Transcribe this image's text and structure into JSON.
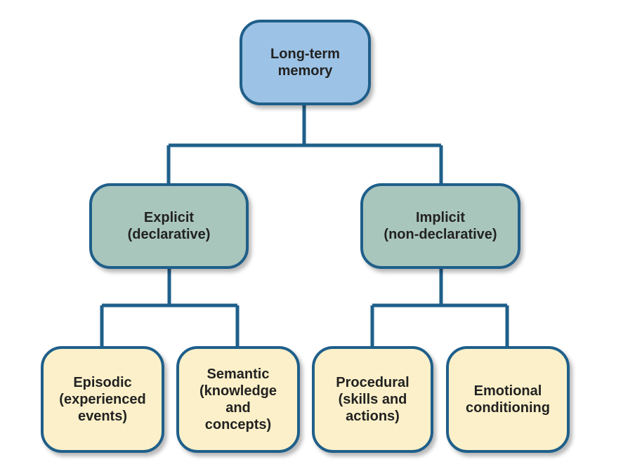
{
  "diagram": {
    "colors": {
      "root_fill": "#9cc2e5",
      "category_fill": "#a9c6bc",
      "leaf_fill": "#fbf0c9",
      "border": "#1f5f8a",
      "connector": "#1f5f8a"
    },
    "root": {
      "lines": [
        "Long-term",
        "memory"
      ]
    },
    "explicit": {
      "lines": [
        "Explicit",
        "(declarative)"
      ]
    },
    "implicit": {
      "lines": [
        "Implicit",
        "(non-declarative)"
      ]
    },
    "episodic": {
      "lines": [
        "Episodic",
        "(experienced",
        "events)"
      ]
    },
    "semantic": {
      "lines": [
        "Semantic",
        "(knowledge",
        "and",
        "concepts)"
      ]
    },
    "procedural": {
      "lines": [
        "Procedural",
        "(skills and",
        "actions)"
      ]
    },
    "emotional": {
      "lines": [
        "Emotional",
        "conditioning"
      ]
    }
  }
}
